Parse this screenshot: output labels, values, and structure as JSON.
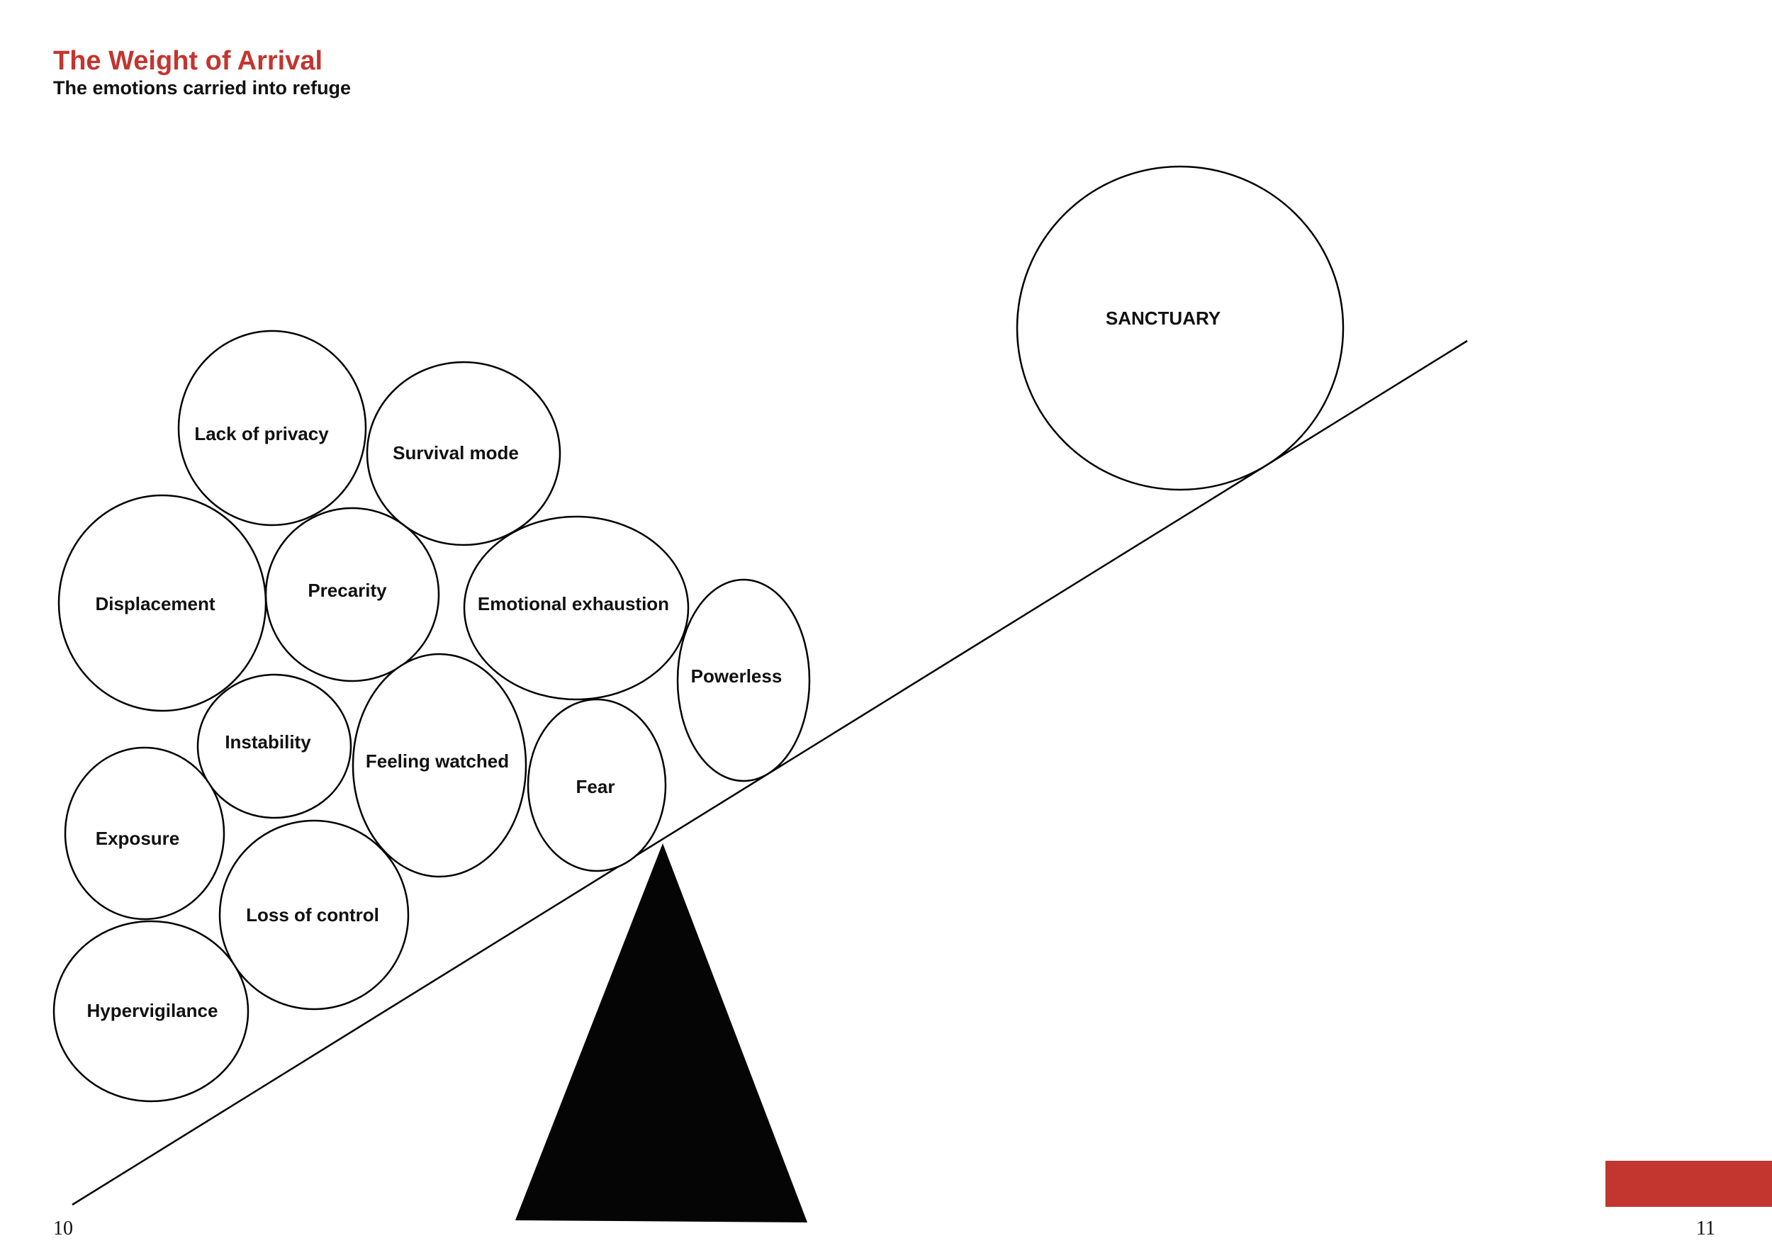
{
  "header": {
    "title": "The Weight of Arrival",
    "subtitle": "The emotions carried into refuge"
  },
  "colors": {
    "accent": "#c3352f",
    "ink": "#000000",
    "fulcrum": "#050505"
  },
  "diagram": {
    "sanctuary_label": "SANCTUARY",
    "emotions": [
      "Lack of privacy",
      "Survival mode",
      "Displacement",
      "Precarity",
      "Emotional exhaustion",
      "Powerless",
      "Instability",
      "Feeling watched",
      "Fear",
      "Exposure",
      "Loss of control",
      "Hypervigilance"
    ]
  },
  "footer": {
    "page_left": "10",
    "page_right": "11"
  }
}
